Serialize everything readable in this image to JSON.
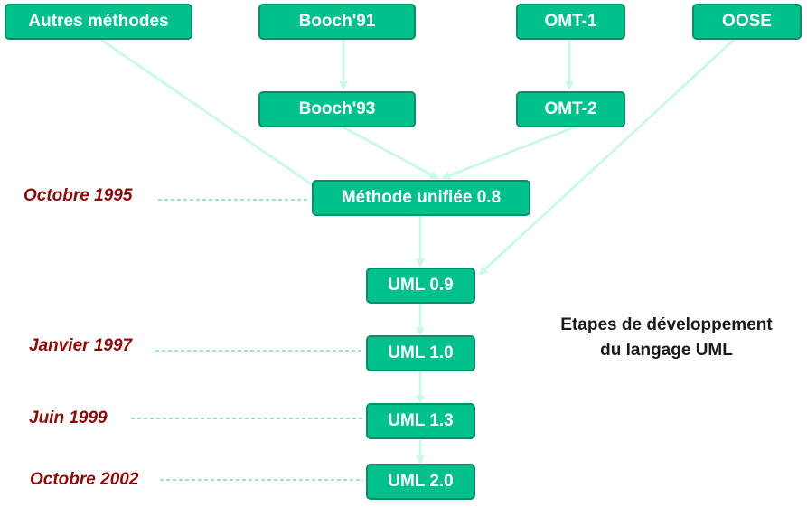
{
  "nodes": {
    "autres": "Autres méthodes",
    "booch91": "Booch'91",
    "omt1": "OMT-1",
    "oose": "OOSE",
    "booch93": "Booch'93",
    "omt2": "OMT-2",
    "unifiee": "Méthode unifiée 0.8",
    "uml09": "UML 0.9",
    "uml10": "UML 1.0",
    "uml13": "UML 1.3",
    "uml20": "UML 2.0"
  },
  "dates": {
    "oct1995": "Octobre 1995",
    "jan1997": "Janvier 1997",
    "jun1999": "Juin 1999",
    "oct2002": "Octobre 2002"
  },
  "caption": {
    "line1": "Etapes de développement",
    "line2": "du langage UML"
  },
  "colors": {
    "node_fill": "#00c08b",
    "node_border": "#079066",
    "arrow": "#ccf8e8",
    "date_text": "#8b0a0a",
    "dashed_line": "#3cc4a0"
  }
}
